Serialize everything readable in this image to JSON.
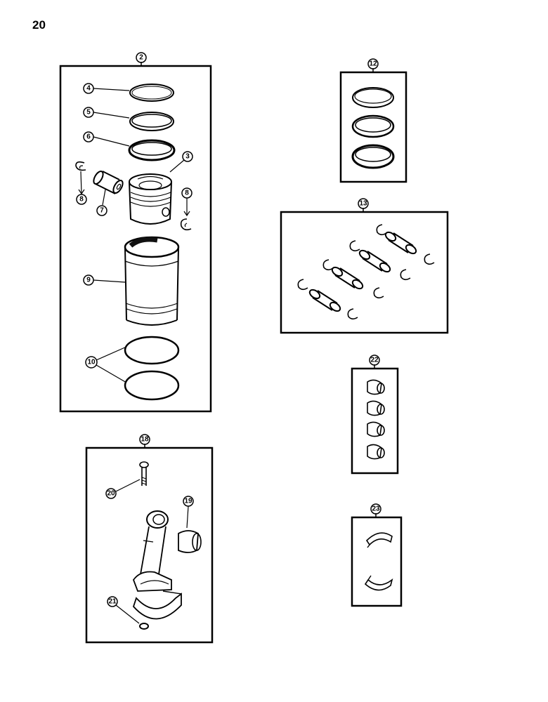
{
  "page_number": "20",
  "callouts": {
    "c2": "2",
    "c3": "3",
    "c4": "4",
    "c5": "5",
    "c6": "6",
    "c7": "7",
    "c8a": "8",
    "c8b": "8",
    "c9": "9",
    "c10": "10",
    "c12": "12",
    "c13": "13",
    "c18": "18",
    "c19": "19",
    "c20": "20",
    "c21": "21",
    "c22": "22",
    "c23": "23"
  }
}
